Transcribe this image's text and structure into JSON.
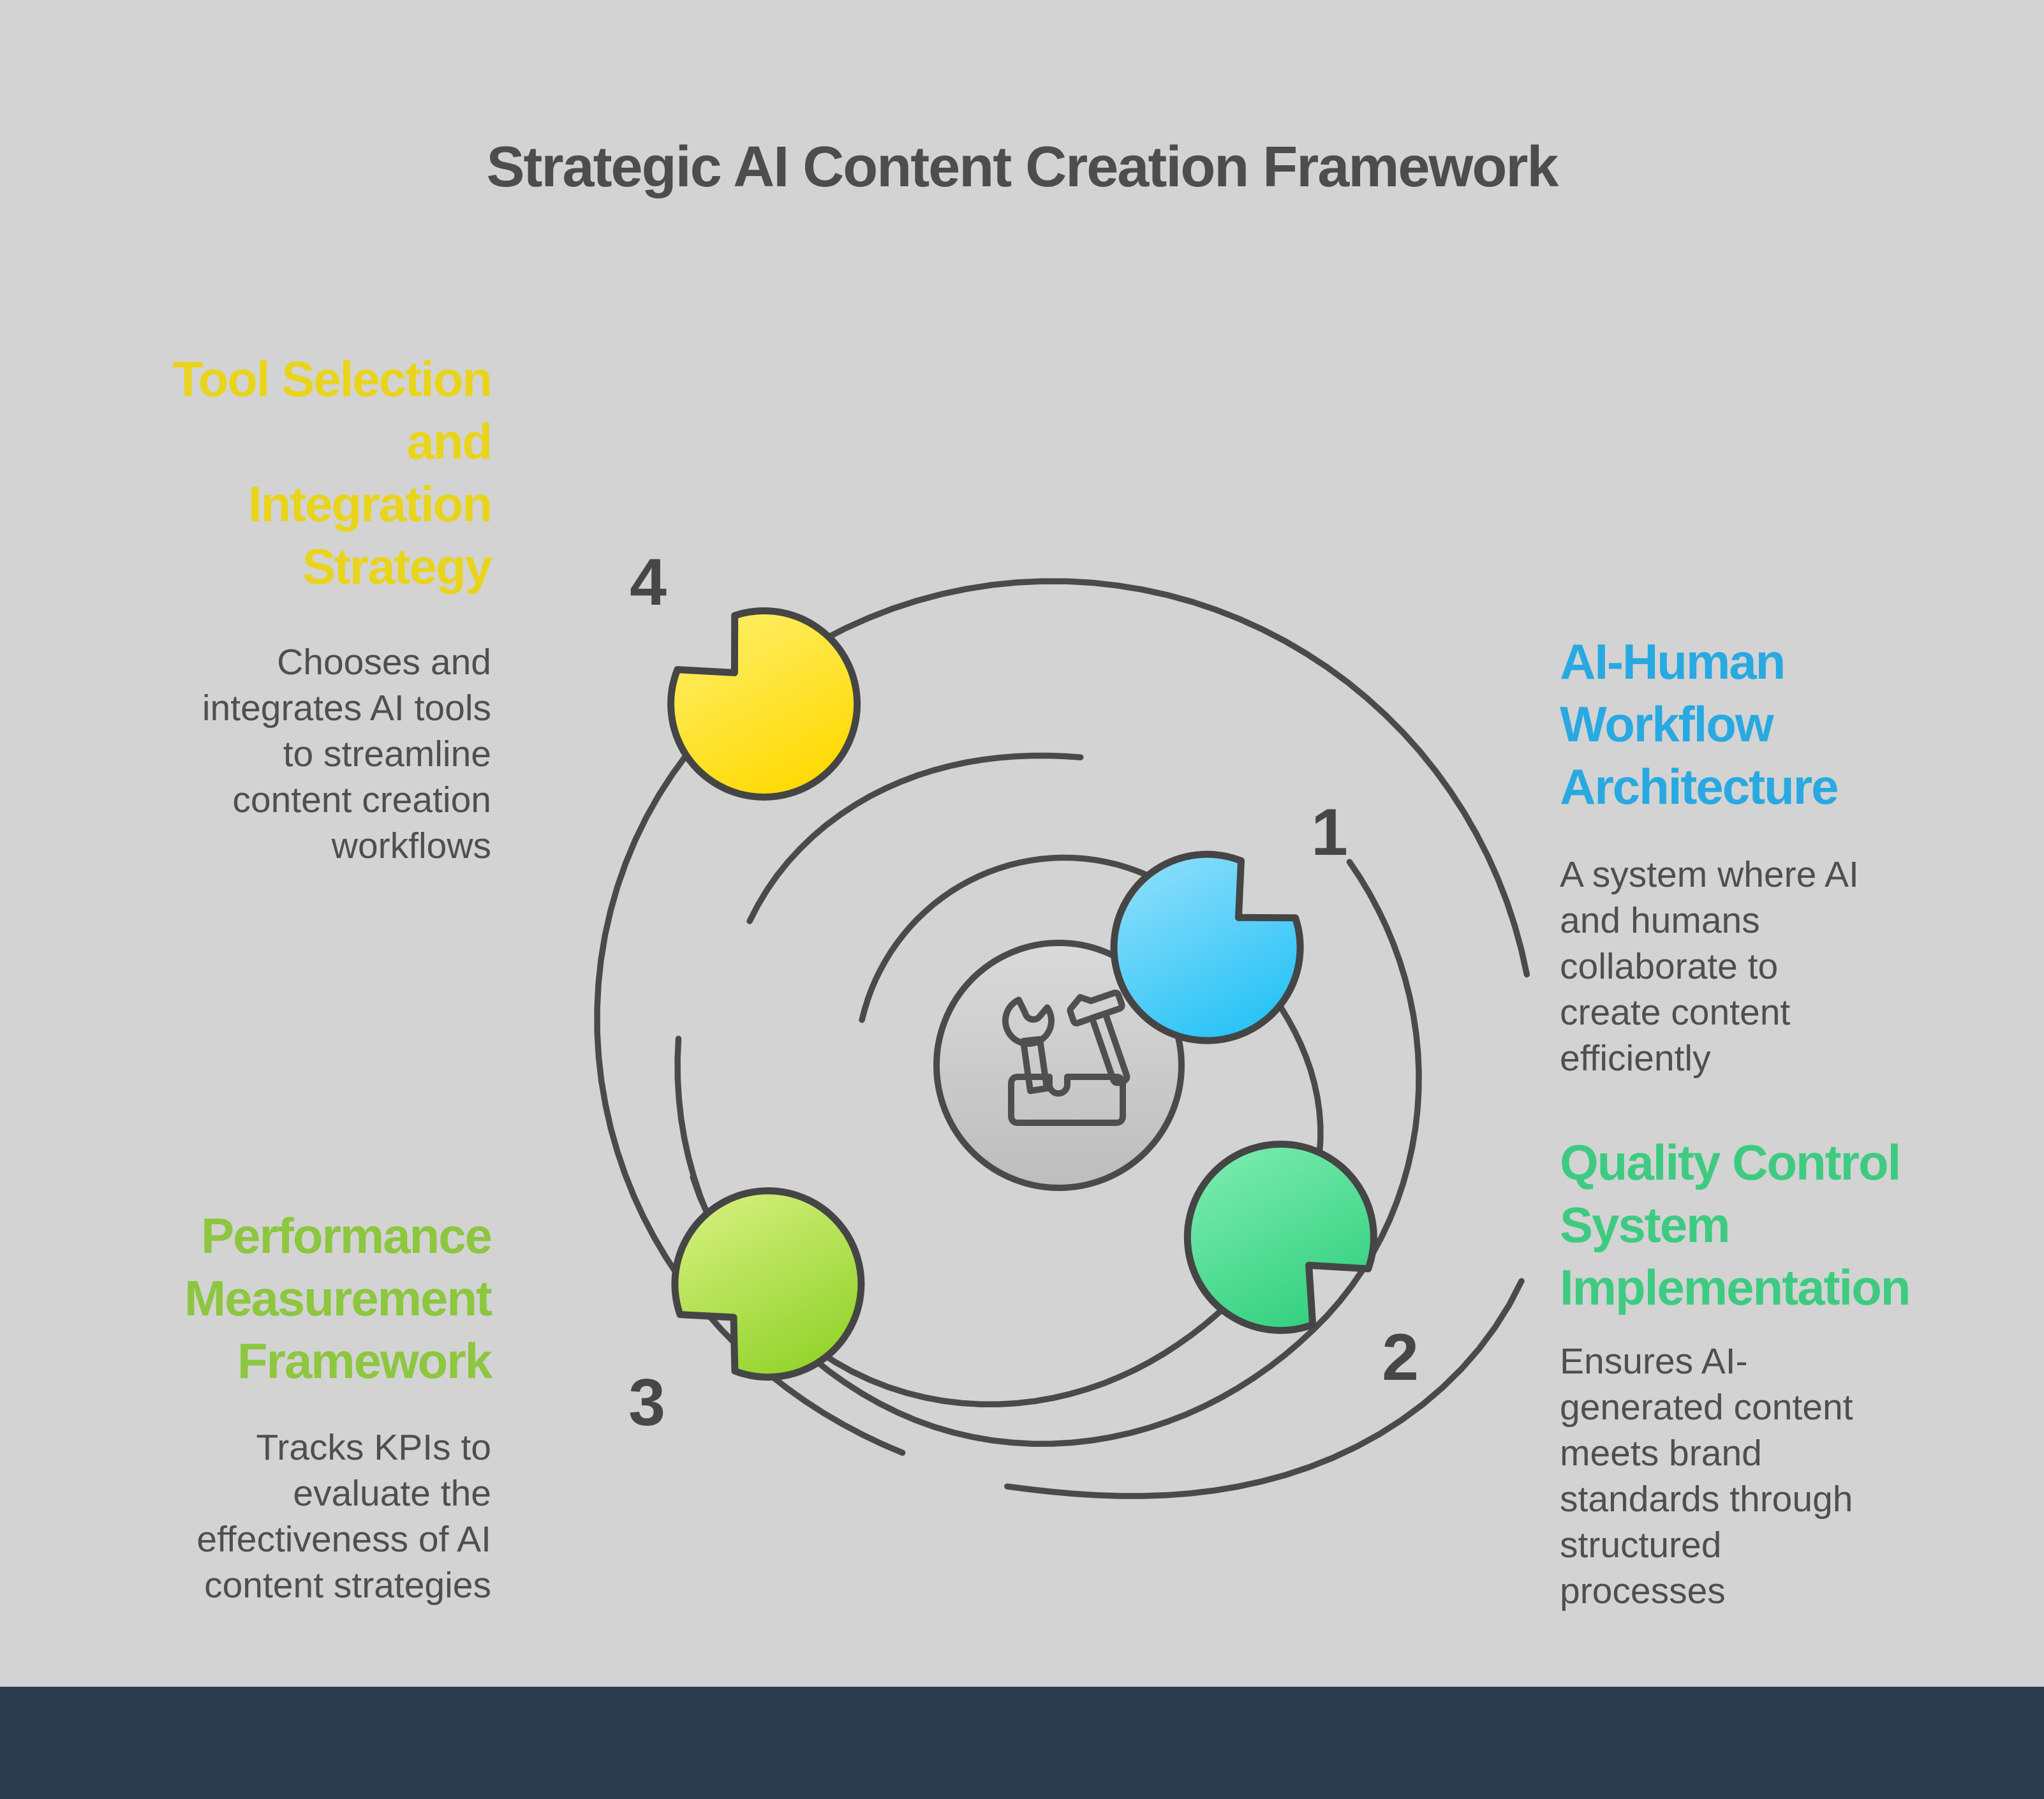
{
  "title": "Strategic AI Content Creation Framework",
  "background_color": "#d3d3d3",
  "footer_color": "#2c3b4e",
  "line_color": "#4a4a4a",
  "title_color": "#4d4d4d",
  "body_color": "#4f4f4f",
  "number_color": "#474747",
  "center_icon": "toolbox-icon",
  "center_circle": {
    "fill_top": "#dadada",
    "fill_bottom": "#bdbdbd",
    "stroke": "#4a4a4a"
  },
  "steps": [
    {
      "number": "1",
      "title": "AI-Human\nWorkflow\nArchitecture",
      "description": "A system where AI\nand humans\ncollaborate to\ncreate content\nefficiently",
      "accent": "#29a9e1",
      "bubble_from": "#8fdffb",
      "bubble_to": "#26c2f6",
      "dot": "#2cc3f5"
    },
    {
      "number": "2",
      "title": "Quality Control\nSystem\nImplementation",
      "description": "Ensures AI-\ngenerated content\nmeets brand\nstandards through\nstructured\nprocesses",
      "accent": "#3ecb81",
      "bubble_from": "#7cecb0",
      "bubble_to": "#31d07e",
      "dot": "#5fe79f"
    },
    {
      "number": "3",
      "title": "Performance\nMeasurement\nFramework",
      "description": "Tracks KPIs to\nevaluate the\neffectiveness of AI\ncontent strategies",
      "accent": "#8dc63f",
      "bubble_from": "#d6f07e",
      "bubble_to": "#92d32b",
      "dot": "#bce850"
    },
    {
      "number": "4",
      "title": "Tool Selection\nand\nIntegration\nStrategy",
      "description": "Chooses and\nintegrates AI tools\nto streamline\ncontent creation\nworkflows",
      "accent": "#e9d41c",
      "bubble_from": "#ffef6b",
      "bubble_to": "#ffd900",
      "dot": "#ffdd15"
    }
  ]
}
